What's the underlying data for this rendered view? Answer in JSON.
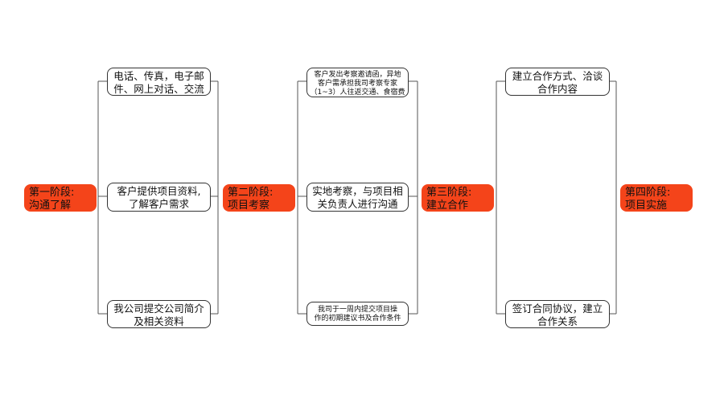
{
  "stages": [
    {
      "line1": "第一阶段:",
      "line2": "沟通了解"
    },
    {
      "line1": "第二阶段:",
      "line2": "项目考察"
    },
    {
      "line1": "第三阶段:",
      "line2": "建立合作"
    },
    {
      "line1": "第四阶段:",
      "line2": "项目实施"
    }
  ],
  "stage1_items": [
    {
      "line1": "电话、传真，电子邮",
      "line2": "件、网上对话、交流"
    },
    {
      "line1": "客户提供项目资料,",
      "line2": "了解客户需求"
    },
    {
      "line1": "我公司提交公司简介",
      "line2": "及相关资料"
    }
  ],
  "stage2_items": [
    {
      "line1": "客户发出考察邀请函，异地",
      "line2": "客户需承担我司考察专家",
      "line3": "（1~3）人往返交通、食宿费"
    },
    {
      "line1": "实地考察，与项目相",
      "line2": "关负责人进行沟通"
    },
    {
      "line1": "我司于一周内提交项目操",
      "line2": "作的初期建议书及合作条件"
    }
  ],
  "stage3_items": [
    {
      "line1": "建立合作方式、洽谈",
      "line2": "合作内容"
    },
    {
      "line1": "签订合同协议，建立",
      "line2": "合作关系"
    }
  ],
  "colors": {
    "stage_fill": "#f4441a",
    "line": "#555555",
    "box_border": "#333333"
  }
}
